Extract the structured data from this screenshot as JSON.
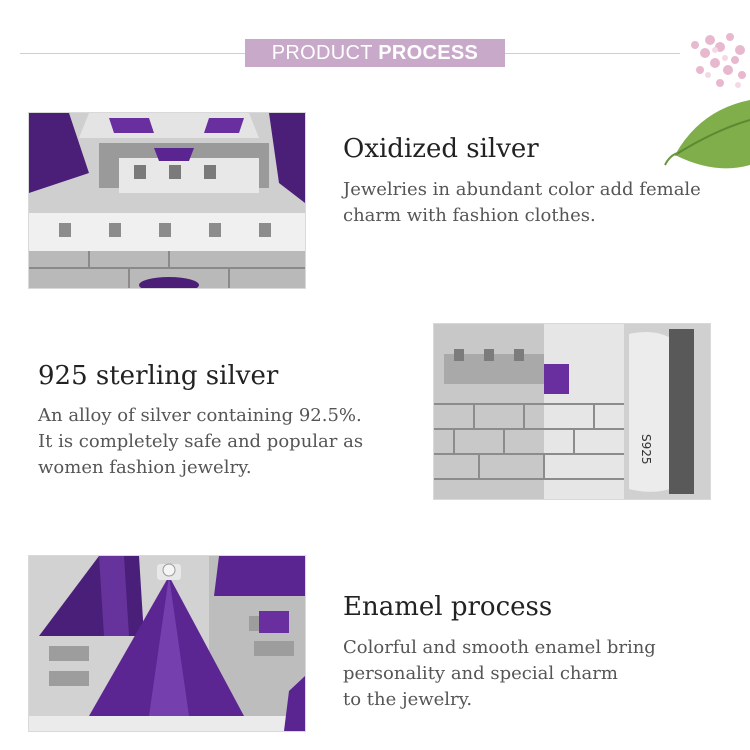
{
  "header": {
    "banner_light": "PRODUCT ",
    "banner_bold": "PROCESS"
  },
  "sections": [
    {
      "title": "Oxidized silver",
      "lines": [
        "Jewelries in abundant color add female",
        "charm with fashion clothes."
      ]
    },
    {
      "title": "925 sterling silver",
      "lines": [
        "An alloy of silver containing 92.5%.",
        "It is completely safe and popular as",
        "women fashion jewelry."
      ]
    },
    {
      "title": "Enamel process",
      "lines": [
        "Colorful and smooth enamel bring",
        "personality and special charm",
        "to the jewelry."
      ]
    }
  ],
  "images": {
    "stamp_text": "S925"
  },
  "colors": {
    "banner": "#c9a9c9",
    "enamel_purple": "#5e2a8c",
    "silver": "#d6d6d6"
  }
}
